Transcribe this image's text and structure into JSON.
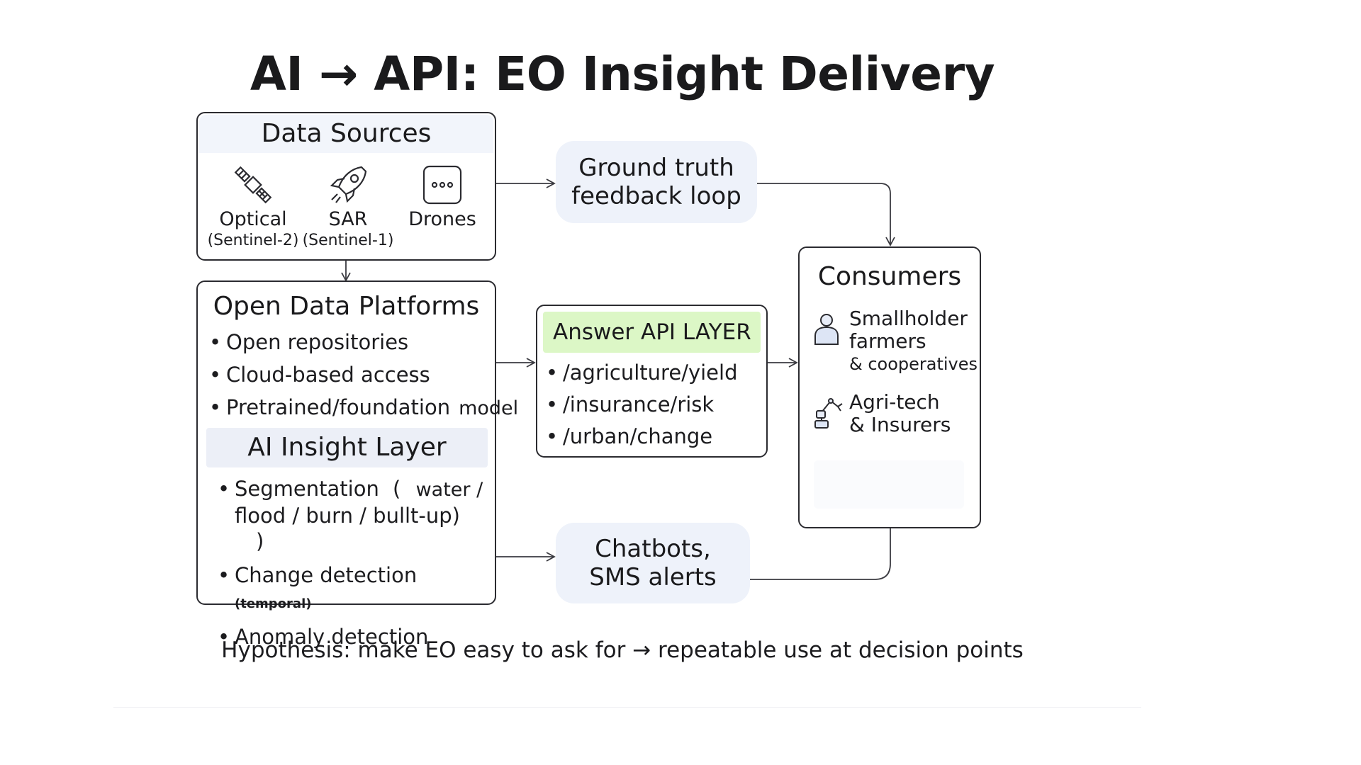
{
  "title": "AI → API: EO Insight Delivery",
  "data_sources": {
    "header": "Data Sources",
    "items": [
      {
        "label": "Optical",
        "sub": "(Sentinel-2)",
        "icon": "satellite-icon"
      },
      {
        "label": "SAR",
        "sub": "(Sentinel-1)",
        "icon": "rocket-icon"
      },
      {
        "label": "Drones",
        "sub": "",
        "icon": "more-dots-icon"
      }
    ]
  },
  "ground_truth": {
    "line1": "Ground truth",
    "line2": "feedback loop"
  },
  "open_data": {
    "header": "Open Data Platforms",
    "items": [
      "Open repositories",
      "Cloud-based access",
      "Pretrained/foundation"
    ],
    "model_word": "model"
  },
  "ai_layer": {
    "header": "AI Insight Layer",
    "segmentation": {
      "label": "Segmentation",
      "paren_open": "(",
      "detail1": "water /",
      "detail2": "flood / burn / bullt-up)",
      "paren_close": ")"
    },
    "change": {
      "label": "Change detection",
      "note": "(temporal)"
    },
    "anomaly": {
      "label": "Anomaly detection"
    }
  },
  "api_layer": {
    "header": "Answer API LAYER",
    "endpoints": [
      "/agriculture/yield",
      "/insurance/risk",
      "/urban/change"
    ],
    "accent": "#dcf7c6"
  },
  "consumers": {
    "header": "Consumers",
    "group1": {
      "line1": "Smallholder",
      "line2": "farmers",
      "line3": "& cooperatives",
      "icon": "person-icon"
    },
    "group2": {
      "line1": "Agri-tech",
      "line2": "& Insurers",
      "icon": "robot-arm-icon"
    }
  },
  "chatbots": {
    "line1": "Chatbots,",
    "line2": "SMS alerts"
  },
  "footer": "Hypothesis: make EO easy to ask for → repeatable use at decision points"
}
